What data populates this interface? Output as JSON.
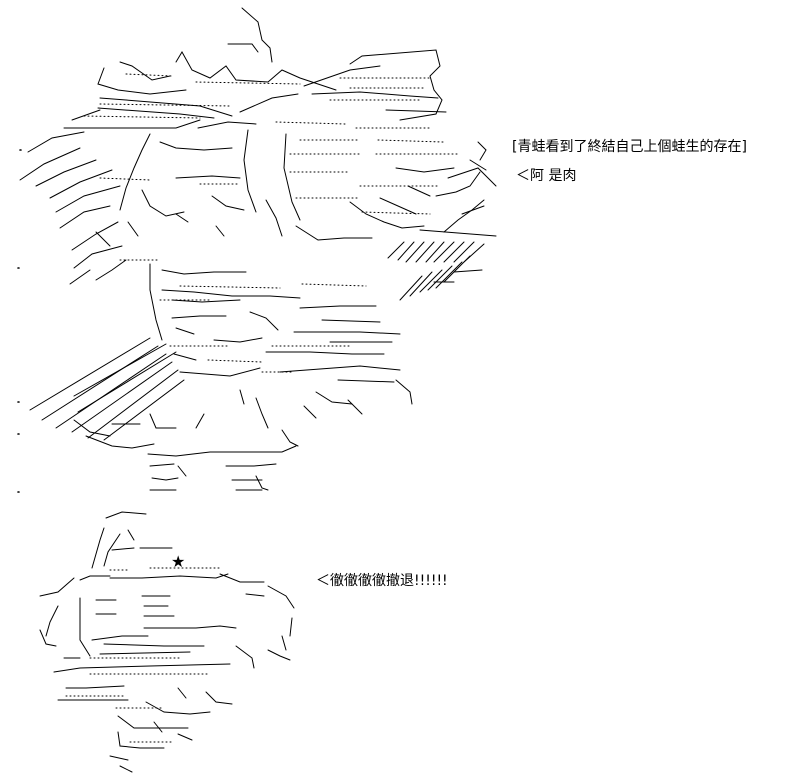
{
  "captions": {
    "frog_sees": "[青蛙看到了終結自己上個蛙生的存在]",
    "ah_meat": "＜阿 是肉",
    "retreat": "＜徹徹徹徹撤退!!!!!!"
  },
  "figure_star": "★",
  "colors": {
    "background": "#ffffff",
    "ink": "#000000"
  }
}
